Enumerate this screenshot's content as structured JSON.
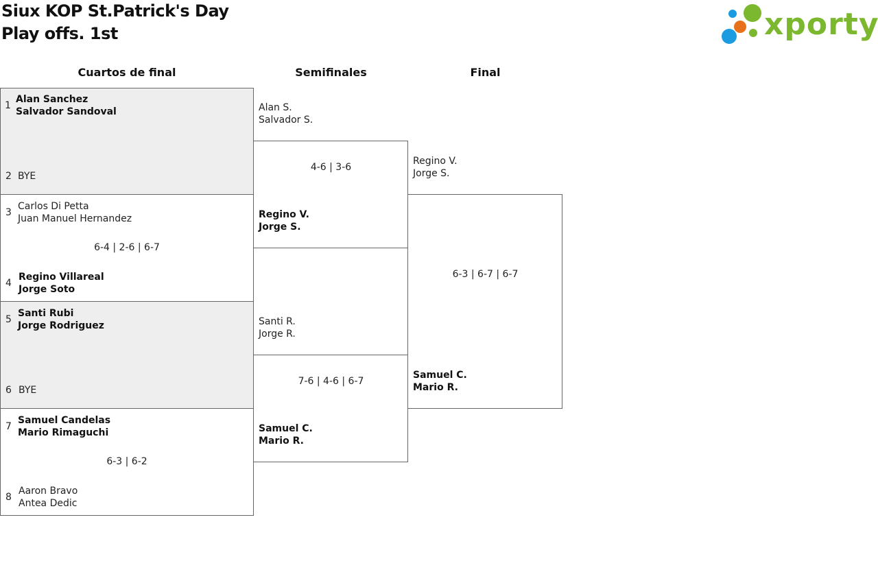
{
  "header": {
    "title_line1": "Siux KOP St.Patrick's Day",
    "title_line2": "Play offs. 1st",
    "logo_text": "xporty",
    "logo_colors": {
      "blue": "#1b9be0",
      "orange": "#e8711b",
      "green": "#7cb82f"
    }
  },
  "rounds": [
    "Cuartos de final",
    "Semifinales",
    "Final"
  ],
  "quarterfinals": [
    {
      "seed_a": "1",
      "team_a": [
        "Alan Sanchez",
        "Salvador Sandoval"
      ],
      "seed_b": "2",
      "team_b": [
        "BYE"
      ],
      "score": "",
      "winner": "a"
    },
    {
      "seed_a": "3",
      "team_a": [
        "Carlos Di Petta",
        "Juan Manuel Hernandez"
      ],
      "seed_b": "4",
      "team_b": [
        "Regino Villareal",
        "Jorge Soto"
      ],
      "score": "6-4 | 2-6 | 6-7",
      "winner": "b"
    },
    {
      "seed_a": "5",
      "team_a": [
        "Santi Rubi",
        "Jorge Rodriguez"
      ],
      "seed_b": "6",
      "team_b": [
        "BYE"
      ],
      "score": "",
      "winner": "a"
    },
    {
      "seed_a": "7",
      "team_a": [
        "Samuel Candelas",
        "Mario Rimaguchi"
      ],
      "seed_b": "8",
      "team_b": [
        "Aaron Bravo",
        "Antea Dedic"
      ],
      "score": "6-3 | 6-2",
      "winner": "a"
    }
  ],
  "semifinals": [
    {
      "team_a": [
        "Alan S.",
        "Salvador S."
      ],
      "team_b": [
        "Regino V.",
        "Jorge S."
      ],
      "score": "4-6 | 3-6",
      "winner": "b"
    },
    {
      "team_a": [
        "Santi R.",
        "Jorge R."
      ],
      "team_b": [
        "Samuel C.",
        "Mario R."
      ],
      "score": "7-6 | 4-6 | 6-7",
      "winner": "b"
    }
  ],
  "final": {
    "team_a": [
      "Regino V.",
      "Jorge S."
    ],
    "team_b": [
      "Samuel C.",
      "Mario R."
    ],
    "score": "6-3 | 6-7 | 6-7",
    "winner": "b"
  }
}
